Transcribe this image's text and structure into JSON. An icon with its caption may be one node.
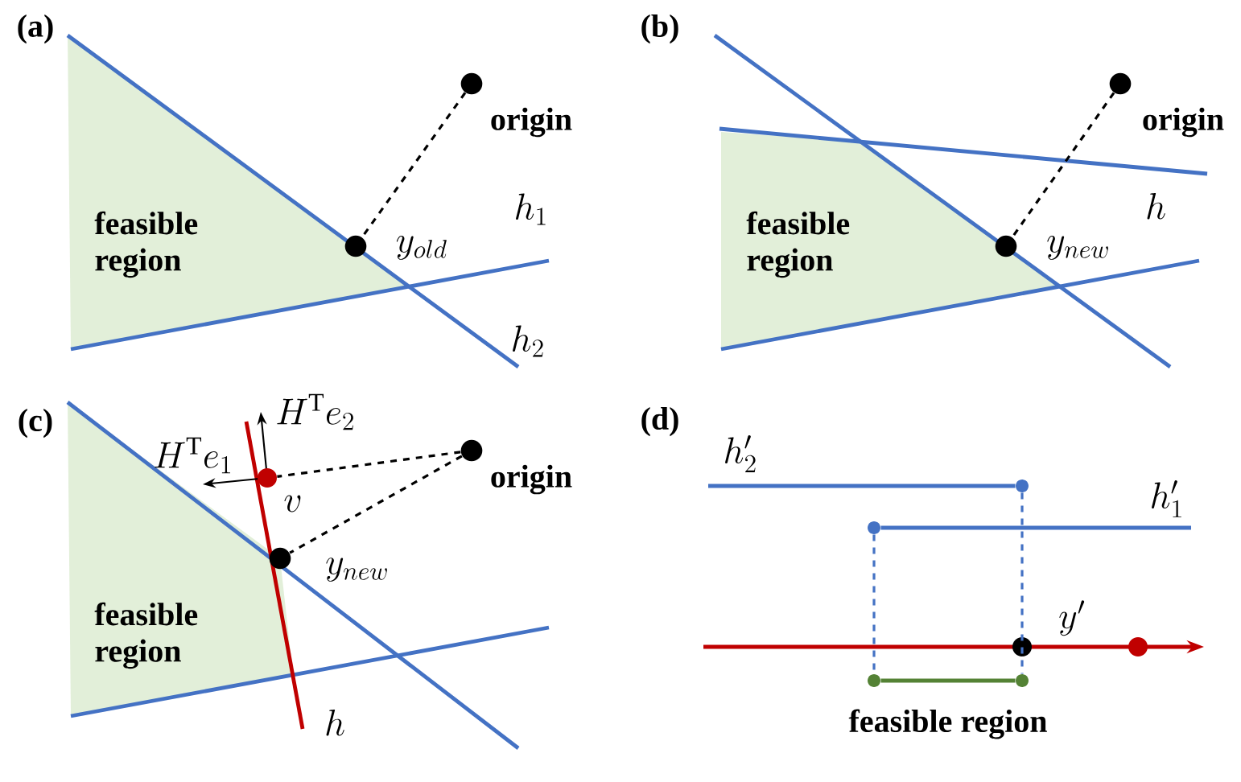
{
  "diagram": {
    "nodes": [
      {
        "text": [
          "feasible region"
        ]
      },
      {
        "text": [],
        "shape": "circle",
        "beside": [
          "origin"
        ]
      },
      {
        "text": [],
        "shape": "circle",
        "beside": [
          "y_{old}"
        ]
      },
      {
        "text": [
          "feasible region"
        ]
      },
      {
        "text": [],
        "shape": "circle",
        "beside": [
          "origin"
        ]
      },
      {
        "text": [],
        "shape": "circle",
        "beside": [
          "y_{new}"
        ]
      },
      {
        "text": [
          "feasible region"
        ]
      },
      {
        "text": [],
        "shape": "circle",
        "beside": [
          "origin"
        ]
      },
      {
        "text": [],
        "shape": "circle",
        "beside": [
          "v"
        ]
      },
      {
        "text": [],
        "shape": "circle",
        "beside": [
          "y_{new}"
        ]
      },
      {
        "text": [],
        "shape": "circle"
      },
      {
        "text": [],
        "shape": "circle"
      },
      {
        "text": [],
        "shape": "circle"
      },
      {
        "text": [],
        "shape": "circle"
      },
      {
        "text": [],
        "shape": "circle",
        "beside": [
          "y'"
        ]
      },
      {
        "text": [],
        "shape": "circle"
      }
    ],
    "edges": [
      {
        "from": 1,
        "to": 2,
        "arrow": "none",
        "style": "dashed"
      },
      {
        "from": 4,
        "to": 5,
        "arrow": "none",
        "style": "dashed"
      },
      {
        "from": 7,
        "to": 8,
        "arrow": "none",
        "style": "dashed"
      },
      {
        "from": 7,
        "to": 9,
        "arrow": "none",
        "style": "dashed"
      },
      {
        "from": 10,
        "to": 12,
        "arrow": "none",
        "style": "dashed",
        "color": "#4472c4"
      },
      {
        "from": 11,
        "to": 13,
        "arrow": "none",
        "style": "dashed",
        "color": "#4472c4"
      },
      {
        "from": 12,
        "to": 13,
        "arrow": "none",
        "color": "#548235"
      },
      {
        "from": null,
        "to": 11,
        "arrow": "none",
        "color": "#4472c4"
      },
      {
        "from": 10,
        "to": null,
        "arrow": "none",
        "color": "#4472c4"
      }
    ],
    "labels": [
      "(a)",
      "h_1",
      "h_2",
      "(b)",
      "h",
      "(c)",
      "H^{\\mathrm{T}} e_2",
      "H^{\\mathrm{T}} e_1",
      "h",
      "(d)",
      "h'_2",
      "h'_1",
      "feasible region"
    ]
  }
}
